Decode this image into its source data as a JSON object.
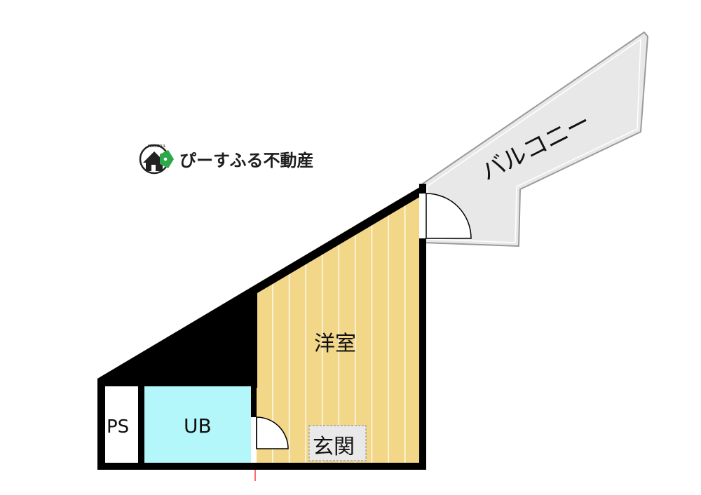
{
  "logo": {
    "name": "ぴーすふる不動産",
    "badge_text": "PEACEFUL"
  },
  "rooms": {
    "western_room": "洋室",
    "entrance": "玄関",
    "unit_bath": "UB",
    "pipe_space": "PS",
    "balcony": "バルコニー"
  },
  "colors": {
    "wall": "#000000",
    "flooring": "#f2d788",
    "flooring_stripe": "#ffffff",
    "unit_bath": "#b3f7fb",
    "balcony": "#e6e6e6",
    "balcony_outline": "#9a9a9a",
    "logo_green": "#2ea84a",
    "logo_dark": "#222222",
    "marker": "#ff6b6b"
  }
}
